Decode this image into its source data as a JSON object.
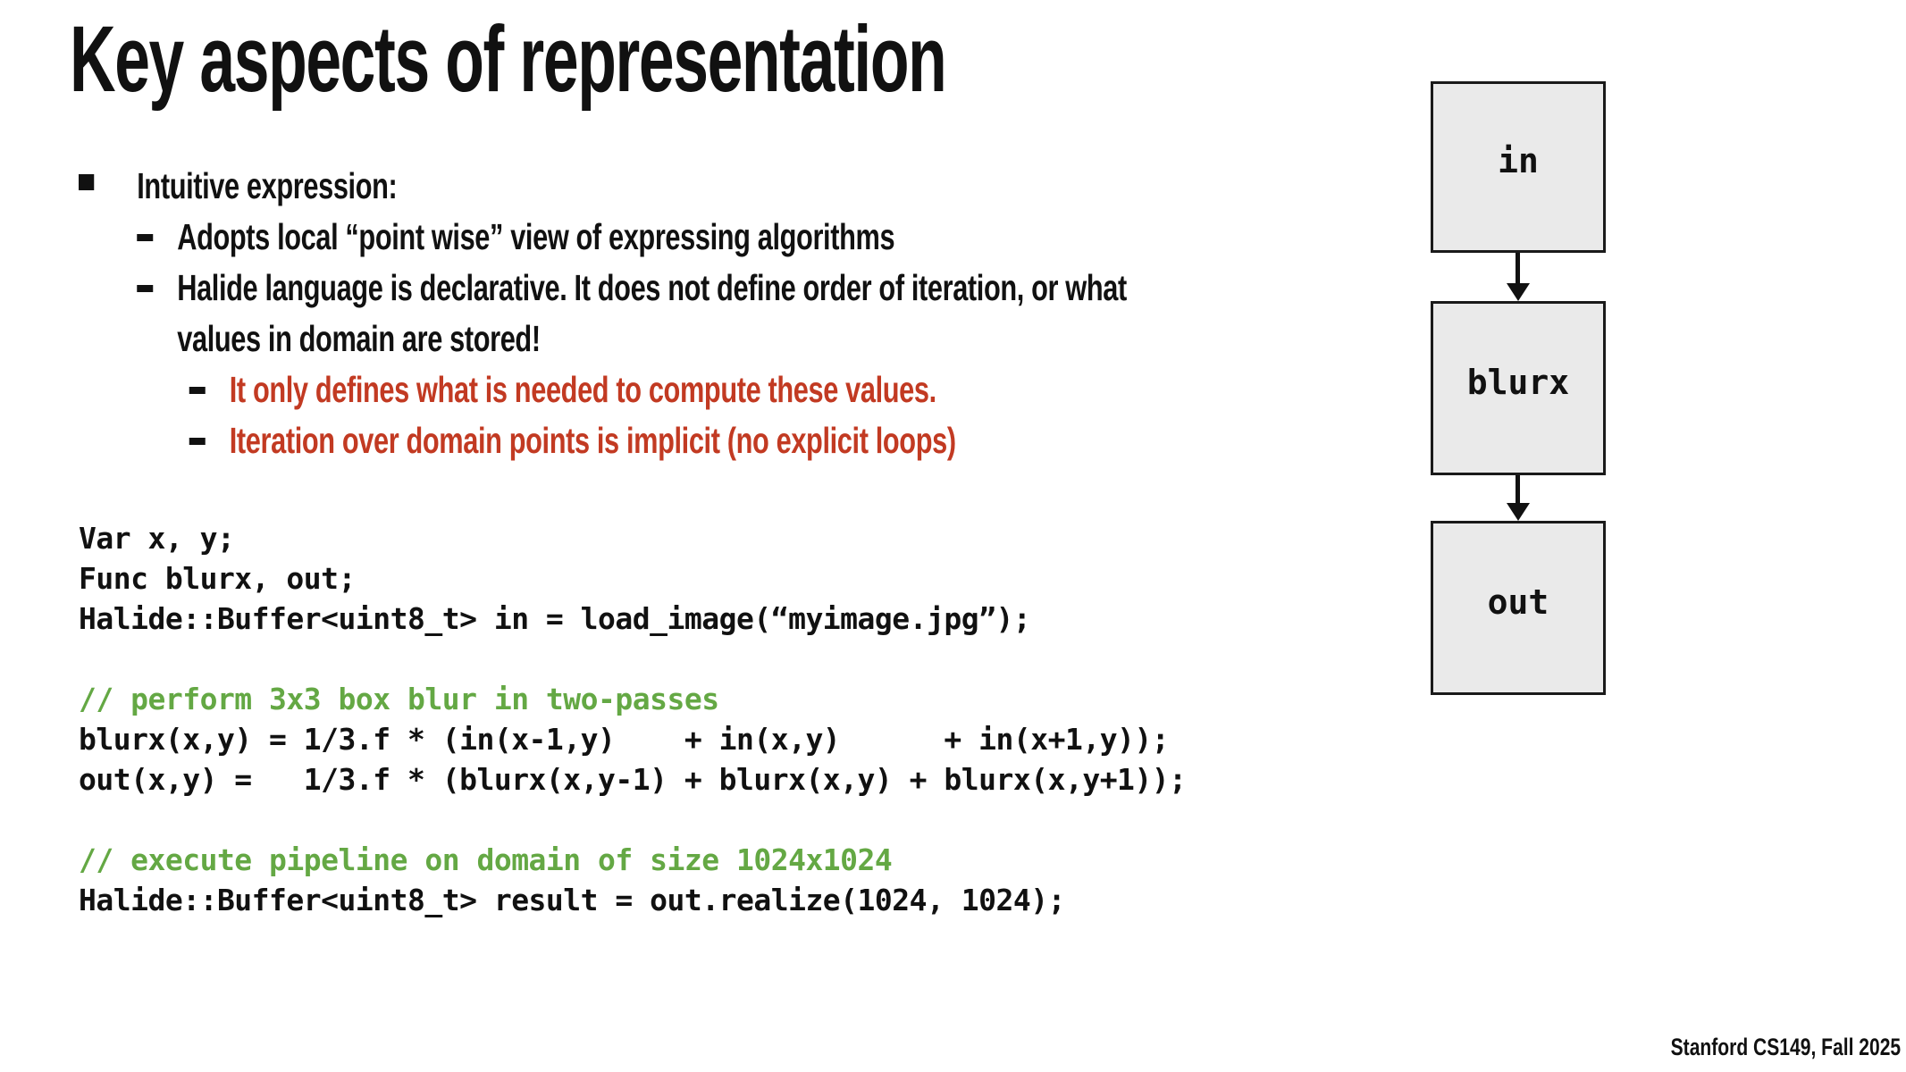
{
  "slide": {
    "title": "Key aspects of representation",
    "footer": "Stanford CS149, Fall 2025"
  },
  "bullets": {
    "level1": {
      "text": "Intuitive expression:"
    },
    "items": [
      {
        "text": "Adopts local “point wise” view of expressing algorithms"
      },
      {
        "text": "Halide language is declarative. It does not define order of iteration, or what"
      },
      {
        "text": "values in domain are stored!"
      },
      {
        "text": "It only defines what is needed to compute these values."
      },
      {
        "text": "Iteration over domain points is implicit (no explicit loops)"
      }
    ]
  },
  "code": {
    "lines": [
      {
        "text": "Var x, y;",
        "type": "code"
      },
      {
        "text": "Func blurx, out;",
        "type": "code"
      },
      {
        "text": "Halide::Buffer<uint8_t> in = load_image(“myimage.jpg”);",
        "type": "code"
      },
      {
        "text": " ",
        "type": "blank"
      },
      {
        "text": "// perform 3x3 box blur in two-passes",
        "type": "comment"
      },
      {
        "text": "blurx(x,y) = 1/3.f * (in(x-1,y)    + in(x,y)      + in(x+1,y));",
        "type": "code"
      },
      {
        "text": "out(x,y) =   1/3.f * (blurx(x,y-1) + blurx(x,y) + blurx(x,y+1));",
        "type": "code"
      },
      {
        "text": " ",
        "type": "blank"
      },
      {
        "text": "// execute pipeline on domain of size 1024x1024",
        "type": "comment"
      },
      {
        "text": "Halide::Buffer<uint8_t> result = out.realize(1024, 1024);",
        "type": "code"
      }
    ]
  },
  "diagram": {
    "nodes": [
      {
        "label": "in"
      },
      {
        "label": "blurx"
      },
      {
        "label": "out"
      }
    ]
  },
  "colors": {
    "red": "#c23a22",
    "green": "#64a844",
    "box_fill": "#eaeaea",
    "box_border": "#1a1a1a"
  }
}
